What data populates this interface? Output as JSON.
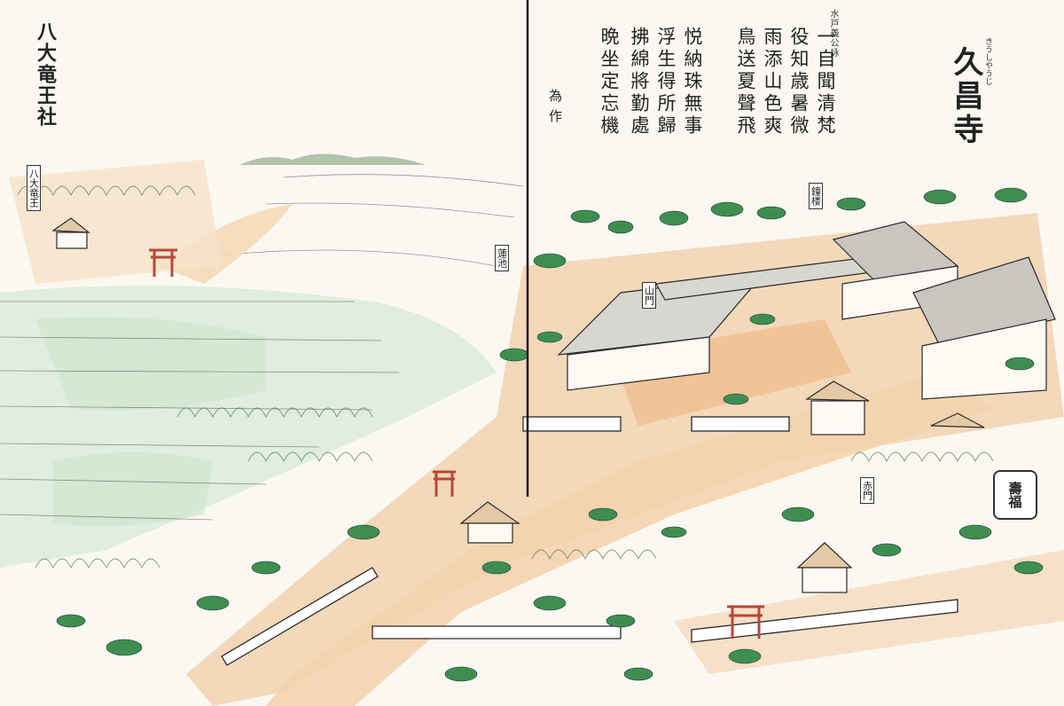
{
  "title": "久昌寺",
  "title_ruby": "きうしやうじ",
  "left_title": "八大竜王社",
  "poem": {
    "heading": "水戸義公詠",
    "columns": [
      "一自聞清梵",
      "役知歳暑微",
      "雨添山色爽",
      "鳥送夏聲飛",
      "悦納珠無事",
      "浮生得所歸",
      "拂綿將勤處",
      "晩坐定忘機"
    ],
    "author": "為作"
  },
  "plaques": {
    "left_shrine": "八大竜王",
    "center_tree": "蓮池",
    "center_gate": "山門",
    "right_bell": "鐘楼",
    "right_gate": "赤門"
  },
  "seal": "壽福",
  "colors": {
    "paper": "#fbf8f2",
    "ground": "#f0c9a1",
    "water": "#d9ead8",
    "pine": "#3e8f4f",
    "ink": "#2a2a2a",
    "torii": "#b8473a"
  }
}
